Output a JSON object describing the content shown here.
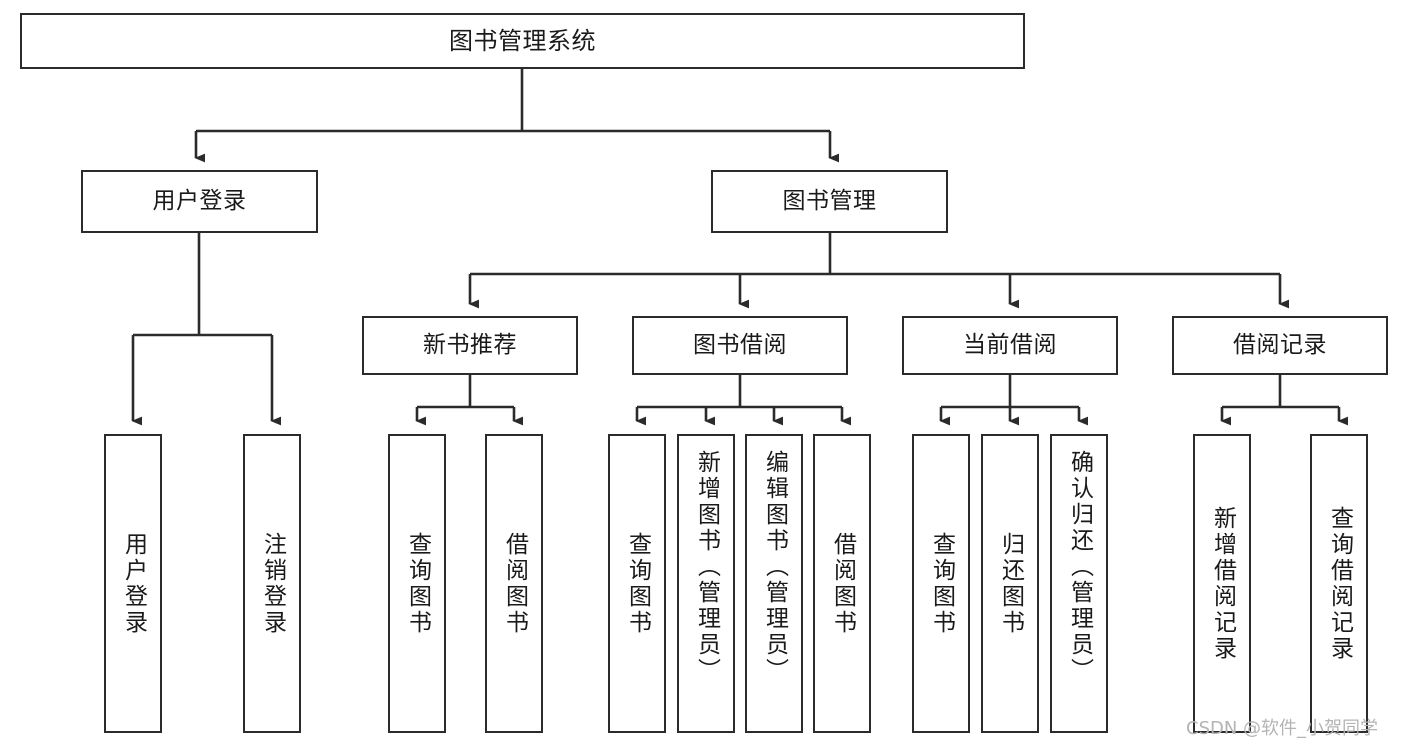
{
  "diagram": {
    "title": "图书管理系统",
    "type": "tree-hierarchy",
    "orientation": "top-down",
    "colors": {
      "box_border": "#2b2b2b",
      "box_fill": "#ffffff",
      "edge": "#2b2b2b",
      "text": "#1a1a1a",
      "watermark": "#b4b4b4",
      "background": "#ffffff"
    }
  },
  "nodes": {
    "root": {
      "label": "图书管理系统"
    },
    "level2": [
      {
        "label": "用户登录"
      },
      {
        "label": "图书管理"
      }
    ],
    "level3": [
      {
        "label": "新书推荐"
      },
      {
        "label": "图书借阅"
      },
      {
        "label": "当前借阅"
      },
      {
        "label": "借阅记录"
      }
    ],
    "leaves": {
      "user_login": [
        {
          "label": "用户登录"
        },
        {
          "label": "注销登录"
        }
      ],
      "new_book_recommend": [
        {
          "label": "查询图书"
        },
        {
          "label": "借阅图书"
        }
      ],
      "book_borrow": [
        {
          "label": "查询图书"
        },
        {
          "label": "新增图书（管理员）"
        },
        {
          "label": "编辑图书（管理员）"
        },
        {
          "label": "借阅图书"
        }
      ],
      "current_borrow": [
        {
          "label": "查询图书"
        },
        {
          "label": "归还图书"
        },
        {
          "label": "确认归还（管理员）"
        }
      ],
      "borrow_record": [
        {
          "label": "新增借阅记录"
        },
        {
          "label": "查询借阅记录"
        }
      ]
    }
  },
  "watermark": {
    "text": "CSDN @软件_小贺同学"
  }
}
